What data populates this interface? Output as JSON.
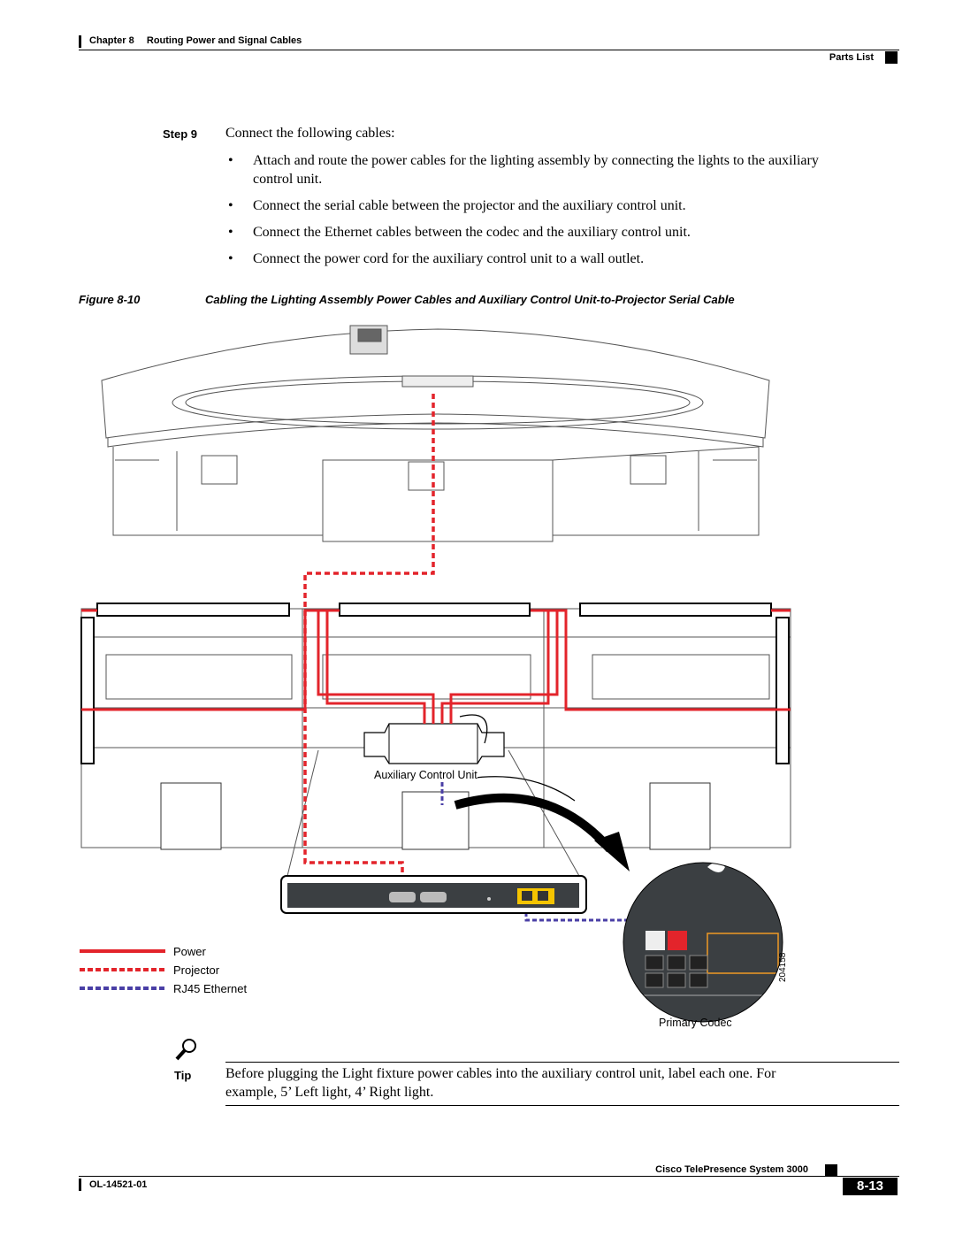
{
  "header": {
    "chapter_label": "Chapter 8",
    "chapter_title": "Routing Power and Signal Cables",
    "section": "Parts List"
  },
  "step": {
    "label": "Step 9",
    "intro": "Connect the following cables:",
    "bullets": [
      {
        "line1": "Attach and route the power cables for the lighting assembly by connecting the lights to the auxiliary",
        "line2": "control unit."
      },
      {
        "line1": "Connect the serial cable between the projector and the auxiliary control unit.",
        "line2": ""
      },
      {
        "line1": "Connect the Ethernet cables between the codec and the auxiliary control unit.",
        "line2": ""
      },
      {
        "line1": "Connect the power cord for the auxiliary control unit to a wall outlet.",
        "line2": ""
      }
    ]
  },
  "figure": {
    "number": "Figure 8-10",
    "caption": "Cabling the Lighting Assembly Power Cables and Auxiliary Control Unit-to-Projector Serial Cable",
    "labels": {
      "aux_unit": "Auxiliary Control Unit",
      "primary_codec": "Primary Codec",
      "figure_id": "204158"
    },
    "legend": [
      {
        "label": "Power",
        "color": "#e3242b",
        "style": "solid"
      },
      {
        "label": "Projector",
        "color": "#e3242b",
        "style": "dashed"
      },
      {
        "label": "RJ45 Ethernet",
        "color": "#4a3fa6",
        "style": "dashed"
      }
    ]
  },
  "tip": {
    "label": "Tip",
    "line1": "Before plugging the Light fixture power cables into the auxiliary control unit, label each one. For",
    "line2": "example, 5’ Left light, 4’ Right light."
  },
  "footer": {
    "product": "Cisco TelePresence System 3000",
    "doc_id": "OL-14521-01",
    "page": "8-13"
  },
  "colors": {
    "power": "#e3242b",
    "ethernet": "#4a3fa6",
    "codec_panel": "#3b3f42",
    "accent_yellow": "#f5c400"
  }
}
